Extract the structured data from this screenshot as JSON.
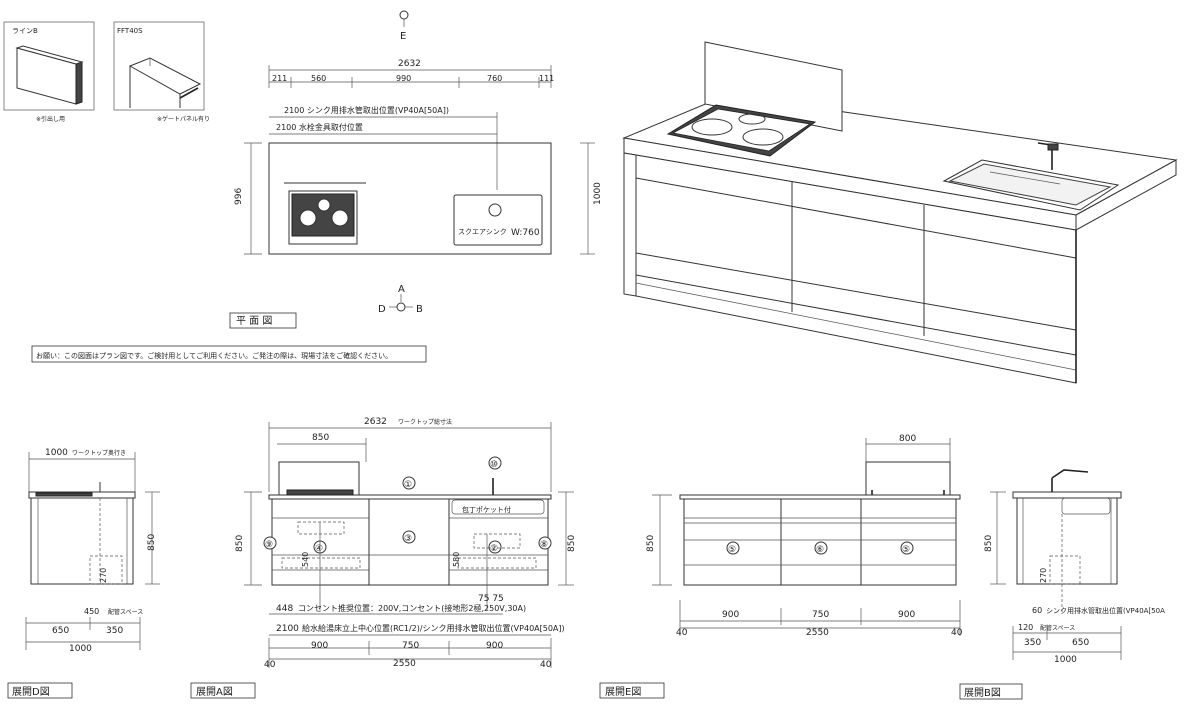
{
  "thumbs": {
    "line_b": {
      "title": "ラインB",
      "note": "※引出し用"
    },
    "fft": {
      "title": "FFT40S",
      "note": "※ゲートパネル有り"
    }
  },
  "plan": {
    "marker_e": "E",
    "top_dims": {
      "total": "2632",
      "segments": [
        "211",
        "560",
        "990",
        "760",
        "111"
      ]
    },
    "dim_drain": "2100  シンク用排水管取出位置(VP40A[50A])",
    "dim_faucet": "2100  水栓金具取付位置",
    "depth_left": "996",
    "depth_right": "1000",
    "sink_label": "スクエアシンク",
    "sink_width": "W:760",
    "marker_abd": {
      "a": "A",
      "d": "D",
      "b": "B"
    },
    "caption": "平 面 図",
    "notice": "お願い：この図面はプラン図です。ご検討用としてご利用ください。ご発注の際は、現場寸法をご確認ください。"
  },
  "elev_d": {
    "top_dim": "1000",
    "top_dim_label": "ワークトップ奥行き",
    "height": "850",
    "pipe_height": "270",
    "pipe_space_val": "450",
    "pipe_space_label": "配管スペース",
    "bottom_dims": [
      "650",
      "350"
    ],
    "bottom_total": "1000",
    "caption": "展開D図"
  },
  "elev_a": {
    "top_total": "2632",
    "top_label": "ワークトップ総寸法",
    "hood_dim": "850",
    "height_left": "850",
    "height_right": "850",
    "circles": [
      "①",
      "③",
      "④",
      "②",
      "⑨",
      "⑧",
      "⑩"
    ],
    "pocket_label": "包丁ポケット付",
    "v_dims": [
      "540",
      "580"
    ],
    "small_dims": "75  75",
    "note1_val": "448",
    "note1": "コンセント推奨位置：200V,コンセント(接地形2極,250V,30A)",
    "note2_val": "2100",
    "note2": "給水給湯床立上中心位置(RC1/2)/シンク用排水管取出位置(VP40A[50A])",
    "bottom_dims": [
      "900",
      "750",
      "900"
    ],
    "bottom_total": "2550",
    "edge_left": "40",
    "edge_right": "40",
    "caption": "展開A図"
  },
  "elev_e": {
    "hood_dim": "800",
    "height": "850",
    "circles": [
      "⑤",
      "⑥",
      "⑤"
    ],
    "bottom_dims": [
      "900",
      "750",
      "900"
    ],
    "bottom_total": "2550",
    "edge_left": "40",
    "edge_right": "40",
    "caption": "展開E図"
  },
  "elev_b": {
    "height": "850",
    "pipe_height": "270",
    "drain_val": "60",
    "drain_label": "シンク用排水管取出位置(VP40A[50A",
    "pipe_space_val": "120",
    "pipe_space_label": "配管スペース",
    "bottom_dims": [
      "350",
      "650"
    ],
    "bottom_total": "1000",
    "caption": "展開B図"
  }
}
